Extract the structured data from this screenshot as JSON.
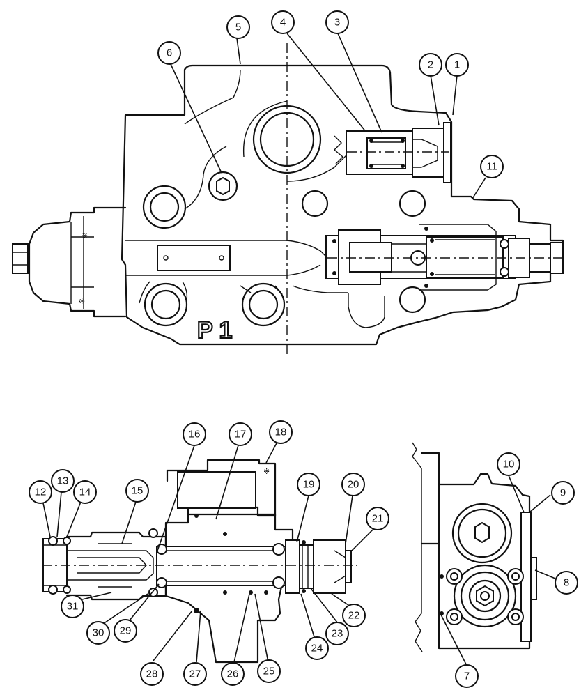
{
  "diagram": {
    "body_marking": "P 1",
    "callouts": [
      {
        "id": "c1",
        "label": "1"
      },
      {
        "id": "c2",
        "label": "2"
      },
      {
        "id": "c3",
        "label": "3"
      },
      {
        "id": "c4",
        "label": "4"
      },
      {
        "id": "c5",
        "label": "5"
      },
      {
        "id": "c6",
        "label": "6"
      },
      {
        "id": "c7",
        "label": "7"
      },
      {
        "id": "c8",
        "label": "8"
      },
      {
        "id": "c9",
        "label": "9"
      },
      {
        "id": "c10",
        "label": "10"
      },
      {
        "id": "c11",
        "label": "11"
      },
      {
        "id": "c12",
        "label": "12"
      },
      {
        "id": "c13",
        "label": "13"
      },
      {
        "id": "c14",
        "label": "14"
      },
      {
        "id": "c15",
        "label": "15"
      },
      {
        "id": "c16",
        "label": "16"
      },
      {
        "id": "c17",
        "label": "17"
      },
      {
        "id": "c18",
        "label": "18"
      },
      {
        "id": "c19",
        "label": "19"
      },
      {
        "id": "c20",
        "label": "20"
      },
      {
        "id": "c21",
        "label": "21"
      },
      {
        "id": "c22",
        "label": "22"
      },
      {
        "id": "c23",
        "label": "23"
      },
      {
        "id": "c24",
        "label": "24"
      },
      {
        "id": "c25",
        "label": "25"
      },
      {
        "id": "c26",
        "label": "26"
      },
      {
        "id": "c27",
        "label": "27"
      },
      {
        "id": "c28",
        "label": "28"
      },
      {
        "id": "c29",
        "label": "29"
      },
      {
        "id": "c30",
        "label": "30"
      },
      {
        "id": "c31",
        "label": "31"
      }
    ]
  }
}
